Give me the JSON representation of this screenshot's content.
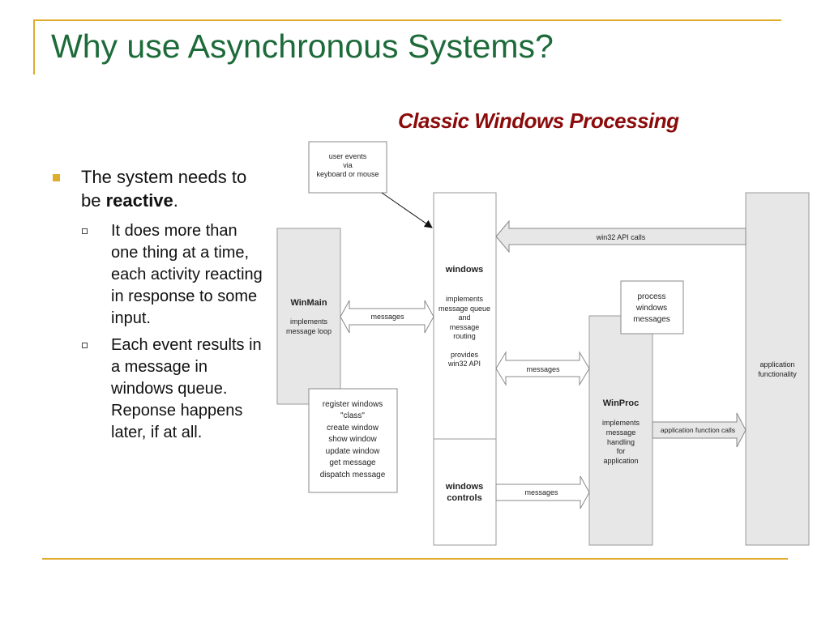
{
  "slide": {
    "title": "Why use Asynchronous Systems?",
    "bullets": [
      {
        "text_before": "The system needs to be ",
        "text_bold": "reactive",
        "text_after": ".",
        "sub_bullets": [
          "It does more than one thing at a time, each activity reacting in response to some input.",
          "Each event results in a message in windows queue. Reponse happens later, if at all."
        ]
      }
    ]
  },
  "diagram": {
    "title": "Classic Windows Processing",
    "user_events": [
      "user events",
      "via",
      "keyboard or mouse"
    ],
    "winmain_title": "WinMain",
    "winmain_desc": [
      "implements",
      "message loop"
    ],
    "windows_title": "windows",
    "windows_desc": [
      "implements",
      "message queue",
      "and",
      "message",
      "routing"
    ],
    "windows_provides": [
      "provides",
      "win32 API"
    ],
    "windows_controls": [
      "windows",
      "controls"
    ],
    "winproc_title": "WinProc",
    "winproc_desc": [
      "implements",
      "message",
      "handling",
      "for",
      "application"
    ],
    "process_messages": [
      "process",
      "windows",
      "messages"
    ],
    "register_list": [
      "register windows",
      "\"class\"",
      "create window",
      "show window",
      "update window",
      "get message",
      "dispatch message"
    ],
    "app_functionality": [
      "application",
      "functionality"
    ],
    "arrow_win32_api": "win32 API calls",
    "arrow_messages_1": "messages",
    "arrow_messages_2": "messages",
    "arrow_messages_3": "messages",
    "arrow_app_calls": "application function calls"
  }
}
